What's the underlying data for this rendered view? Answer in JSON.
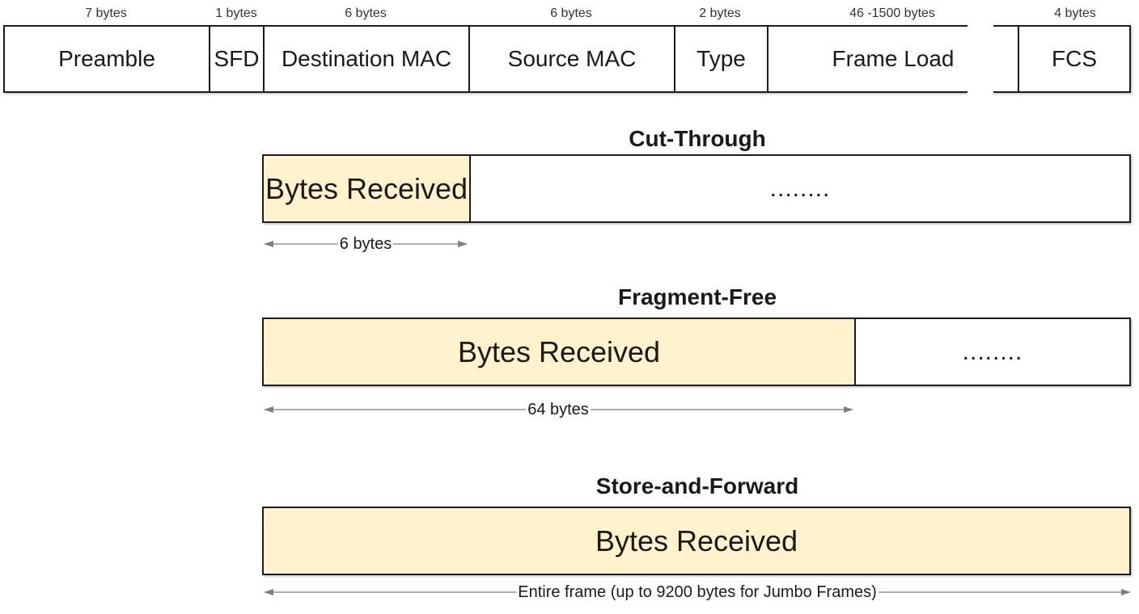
{
  "frame": {
    "fields": [
      {
        "name": "Preamble",
        "size": "7 bytes"
      },
      {
        "name": "SFD",
        "size": "1 bytes"
      },
      {
        "name": "Destination MAC",
        "size": "6 bytes"
      },
      {
        "name": "Source MAC",
        "size": "6 bytes"
      },
      {
        "name": "Type",
        "size": "2 bytes"
      },
      {
        "name": "Frame Load",
        "size": "46 -1500 bytes"
      },
      {
        "name": "FCS",
        "size": "4 bytes"
      }
    ]
  },
  "modes": {
    "cut_through": {
      "title": "Cut-Through",
      "received_label": "Bytes Received",
      "remaining_label": "........",
      "span_label": "6 bytes"
    },
    "fragment_free": {
      "title": "Fragment-Free",
      "received_label": "Bytes Received",
      "remaining_label": "........",
      "span_label": "64 bytes"
    },
    "store_and_forward": {
      "title": "Store-and-Forward",
      "received_label": "Bytes Received",
      "span_label": "Entire frame (up to 9200 bytes for Jumbo Frames)"
    }
  },
  "colors": {
    "received_fill": "#fff2cc",
    "border": "#1c1c1c",
    "arrow": "#7f7f7f"
  }
}
